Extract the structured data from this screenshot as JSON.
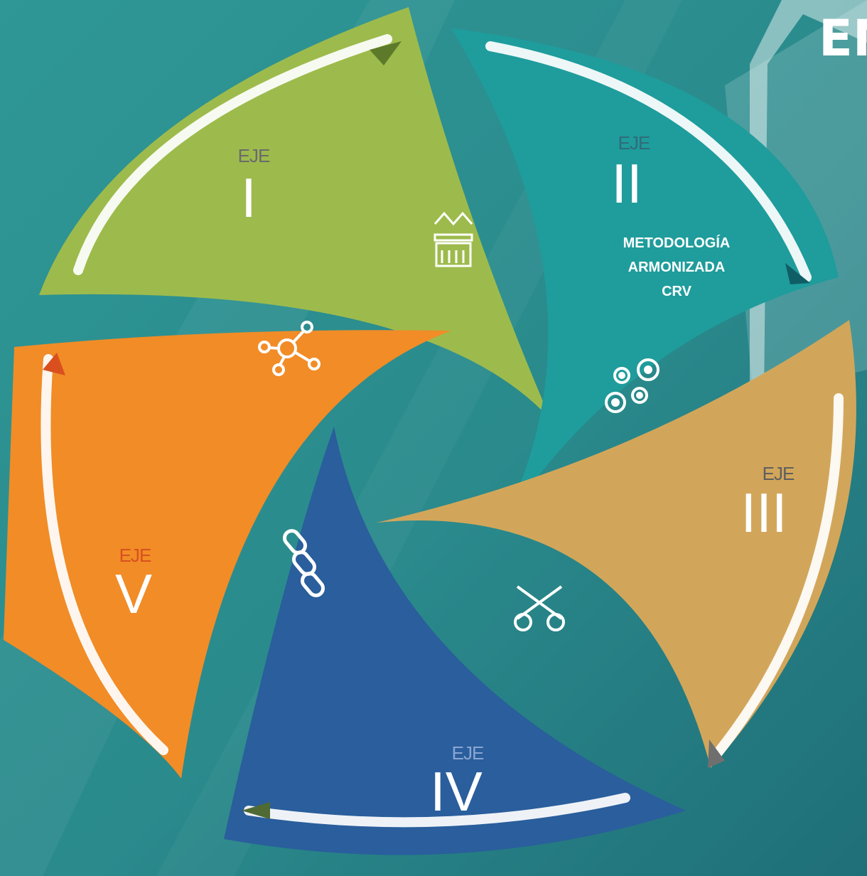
{
  "corner_title": "EM",
  "colors": {
    "background": "#2b8b8e",
    "eje_1": "#9dbb4c",
    "eje_2": "#1f9c9c",
    "eje_3": "#d2a65a",
    "eje_4": "#2a5e9c",
    "eje_5": "#f18c27",
    "arrow": "#ffffff"
  },
  "segments": [
    {
      "eje_label": "EJE",
      "numeral": "I",
      "icon": "castle-icon"
    },
    {
      "eje_label": "EJE",
      "numeral": "II",
      "note_lines": [
        "METODOLOGÍA",
        "ARMONIZADA",
        "CRV"
      ],
      "icon": "gears-icon"
    },
    {
      "eje_label": "EJE",
      "numeral": "III",
      "icon": "crossed-keys-icon"
    },
    {
      "eje_label": "EJE",
      "numeral": "IV",
      "icon": "chain-link-icon"
    },
    {
      "eje_label": "EJE",
      "numeral": "V",
      "icon": "network-nodes-icon"
    }
  ]
}
